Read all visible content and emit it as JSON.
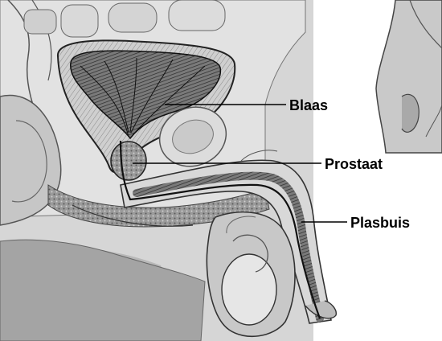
{
  "labels": {
    "bladder": "Blaas",
    "prostate": "Prostaat",
    "urethra": "Plasbuis"
  },
  "colors": {
    "ink": "#1a1a1a",
    "tissue_light": "#e4e4e4",
    "tissue_mid": "#bdbdbd",
    "tissue_dark": "#6e6e6e",
    "background": "#ffffff"
  }
}
